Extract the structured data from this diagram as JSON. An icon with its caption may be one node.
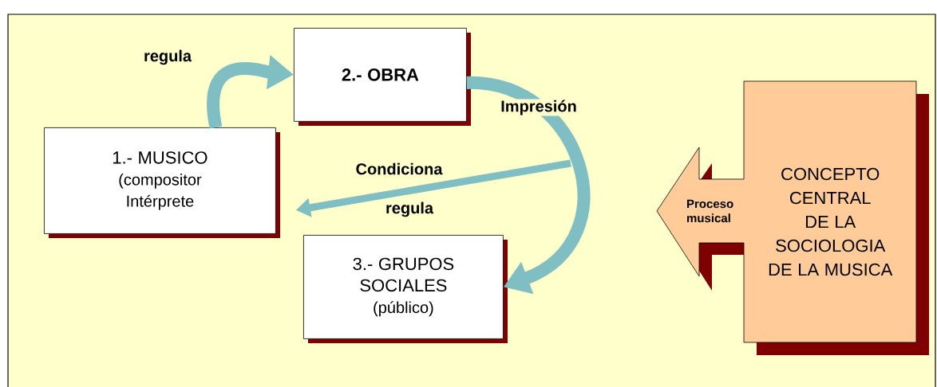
{
  "diagram": {
    "nodes": [
      {
        "text": [
          "1.- MUSICO",
          "(compositor Intérprete"
        ]
      },
      {
        "text": [
          "2.- OBRA"
        ]
      },
      {
        "text": [
          "3.- GRUPOS SOCIALES",
          "(público)"
        ]
      },
      {
        "text": [
          "Proceso musical",
          "CONCEPTO CENTRAL DE LA SOCIOLOGIA DE LA MUSICA"
        ]
      }
    ],
    "edges": [
      {
        "from": 0,
        "to": 1,
        "arrow": "to",
        "label": "regula"
      },
      {
        "from": 1,
        "to": 2,
        "arrow": "to",
        "label": "Impresión"
      },
      {
        "from": null,
        "to": 0,
        "arrow": "to",
        "label": "Condiciona"
      }
    ],
    "labels": [
      "regula"
    ]
  }
}
